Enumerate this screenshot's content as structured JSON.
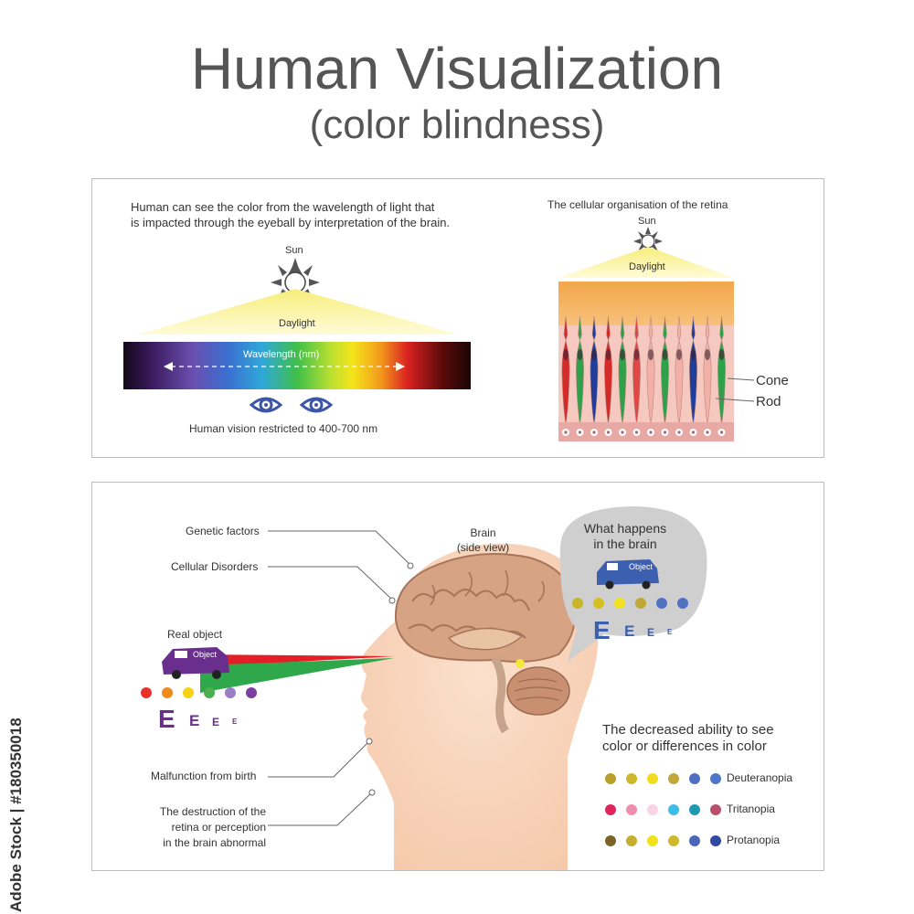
{
  "header": {
    "title": "Human Visualization",
    "subtitle": "(color blindness)"
  },
  "spectrum_panel": {
    "description_line1": "Human can see the color from the wavelength of light that",
    "description_line2": "is impacted through the eyeball by interpretation of the brain.",
    "sun_label": "Sun",
    "daylight_label": "Daylight",
    "wavelength_label": "Wavelength (nm)",
    "vision_caption": "Human vision restricted to 400-700 nm"
  },
  "retina_panel": {
    "title": "The cellular organisation of the retina",
    "sun_label": "Sun",
    "daylight_label": "Daylight",
    "cone_label": "Cone",
    "rod_label": "Rod"
  },
  "brain_panel": {
    "cause_genetic": "Genetic factors",
    "cause_cellular": "Cellular Disorders",
    "cause_birth": "Malfunction from birth",
    "cause_destruction_line1": "The destruction of the",
    "cause_destruction_line2": "retina or perception",
    "cause_destruction_line3": "in the brain abnormal",
    "brain_label_line1": "Brain",
    "brain_label_line2": "(side view)",
    "real_object_label": "Real object",
    "object_text": "Object",
    "bubble_title_line1": "What happens",
    "bubble_title_line2": "in the brain",
    "bubble_object_text": "Object",
    "eye_chart_letter": "E",
    "real_dots": [
      "#e8312a",
      "#f08a1c",
      "#f4d214",
      "#4caf50",
      "#9b7fc4",
      "#7b3fa0"
    ],
    "brain_dots": [
      "#c7b52a",
      "#d4c020",
      "#f0e020",
      "#bfa836",
      "#4f72c4",
      "#4f72c4"
    ]
  },
  "deficiency_legend": {
    "heading_line1": "The decreased ability to see",
    "heading_line2": "color or differences in color",
    "types": [
      {
        "name": "Deuteranopia",
        "colors": [
          "#b8a02a",
          "#cdb82a",
          "#f0dc1e",
          "#c2a83a",
          "#4f6fc2",
          "#4f78c8"
        ]
      },
      {
        "name": "Tritanopia",
        "colors": [
          "#e0245e",
          "#ee8fb0",
          "#f9d4e2",
          "#3cbde8",
          "#1e9ab0",
          "#b8506c"
        ]
      },
      {
        "name": "Protanopia",
        "colors": [
          "#7a6428",
          "#c4b02e",
          "#f2e21c",
          "#cfb82c",
          "#4a66b8",
          "#2f4aa0"
        ]
      }
    ]
  },
  "credit": {
    "text": "Adobe Stock | #180350018"
  }
}
